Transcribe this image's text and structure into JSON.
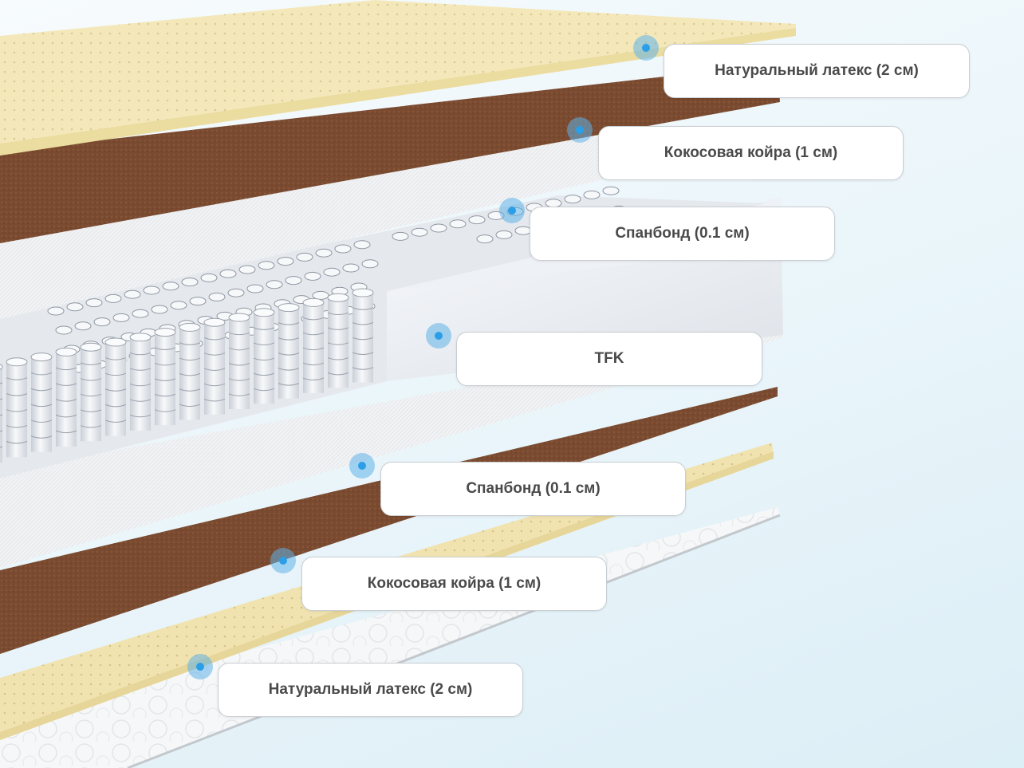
{
  "diagram": {
    "colors": {
      "latex": "#f2e6b6",
      "coir": "#7d4e32",
      "spunbond": "#eef0f2",
      "springs": "#e2e6ea",
      "foam": "#eceff3",
      "cover": "#f6f7f8",
      "marker": "#2a9ee6"
    },
    "layers": [
      {
        "id": "latex-top",
        "label": "Натуральный латекс (2 см)",
        "material": "latex"
      },
      {
        "id": "coir-top",
        "label": "Кокосовая койра (1 см)",
        "material": "coir"
      },
      {
        "id": "spunbond-top",
        "label": "Спанбонд (0.1 см)",
        "material": "spunbond"
      },
      {
        "id": "springs",
        "label": "TFK",
        "material": "springs"
      },
      {
        "id": "spunbond-bottom",
        "label": "Спанбонд (0.1 см)",
        "material": "spunbond"
      },
      {
        "id": "coir-bottom",
        "label": "Кокосовая койра (1 см)",
        "material": "coir"
      },
      {
        "id": "latex-bottom",
        "label": "Натуральный латекс (2 см)",
        "material": "latex"
      }
    ]
  }
}
